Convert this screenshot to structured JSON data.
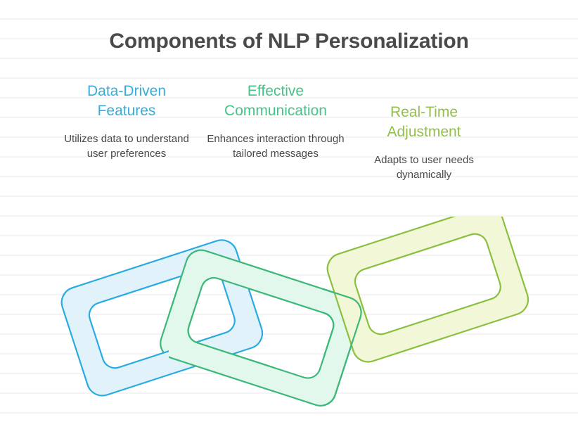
{
  "page": {
    "title": "Components of NLP Personalization",
    "background_color": "#ffffff",
    "title_color": "#4a4a4a",
    "body_text_color": "#4a4a4a"
  },
  "columns": [
    {
      "id": "data-driven-features",
      "heading": "Data-Driven Features",
      "heading_color": "#35AEDB",
      "body": "Utilizes data to understand user preferences"
    },
    {
      "id": "effective-communication",
      "heading": "Effective Communication",
      "heading_color": "#45C486",
      "body": "Enhances interaction through tailored messages"
    },
    {
      "id": "real-time-adjustment",
      "heading": "Real-Time Adjustment",
      "heading_color": "#94C04A",
      "body": "Adapts to user needs dynamically"
    }
  ],
  "graphic": {
    "name": "three-interlocking-chain-links",
    "links": [
      {
        "id": "link-blue",
        "stroke": "#29ABE2",
        "fill": "#E2F2FB",
        "rotation_deg": -18
      },
      {
        "id": "link-green",
        "stroke": "#3CB878",
        "fill": "#E3F8EC",
        "rotation_deg": 18
      },
      {
        "id": "link-yellow",
        "stroke": "#8CBE3F",
        "fill": "#F2F7D8",
        "rotation_deg": -18
      }
    ]
  }
}
